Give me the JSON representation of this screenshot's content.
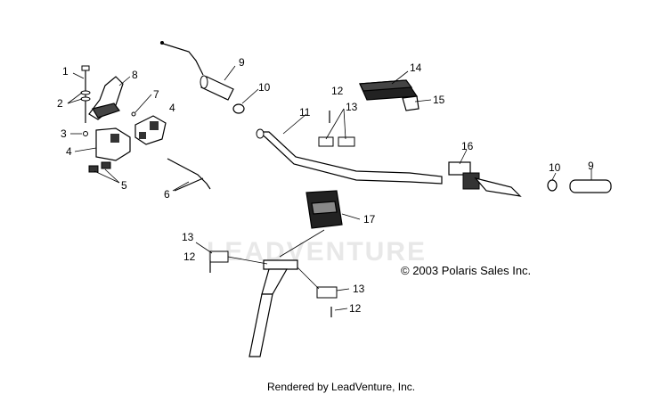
{
  "watermark": "LEADVENTURE",
  "copyright": "© 2003 Polaris Sales Inc.",
  "footer": "Rendered by LeadVenture, Inc.",
  "callouts": [
    {
      "id": "c1",
      "label": "1"
    },
    {
      "id": "c2",
      "label": "2"
    },
    {
      "id": "c3",
      "label": "3"
    },
    {
      "id": "c4a",
      "label": "4"
    },
    {
      "id": "c4b",
      "label": "4"
    },
    {
      "id": "c5",
      "label": "5"
    },
    {
      "id": "c6",
      "label": "6"
    },
    {
      "id": "c7",
      "label": "7"
    },
    {
      "id": "c8",
      "label": "8"
    },
    {
      "id": "c9a",
      "label": "9"
    },
    {
      "id": "c9b",
      "label": "9"
    },
    {
      "id": "c10a",
      "label": "10"
    },
    {
      "id": "c10b",
      "label": "10"
    },
    {
      "id": "c11",
      "label": "11"
    },
    {
      "id": "c12a",
      "label": "12"
    },
    {
      "id": "c12b",
      "label": "12"
    },
    {
      "id": "c12c",
      "label": "12"
    },
    {
      "id": "c13a",
      "label": "13"
    },
    {
      "id": "c13b",
      "label": "13"
    },
    {
      "id": "c13c",
      "label": "13"
    },
    {
      "id": "c14",
      "label": "14"
    },
    {
      "id": "c15",
      "label": "15"
    },
    {
      "id": "c16",
      "label": "16"
    },
    {
      "id": "c17",
      "label": "17"
    }
  ]
}
